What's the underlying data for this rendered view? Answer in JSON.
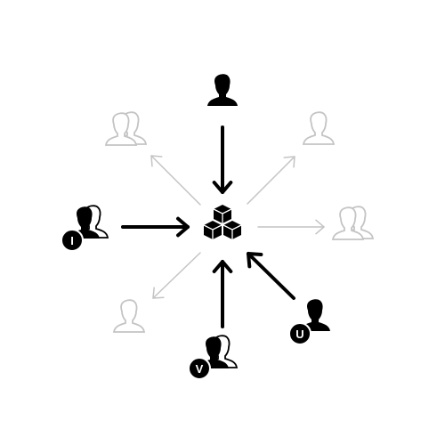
{
  "colors": {
    "active": "#000000",
    "inactive": "#c4c4c4",
    "background": "#ffffff",
    "badge_text": "#ffffff"
  },
  "center": {
    "name": "cubes-icon",
    "meaning": "product boxes"
  },
  "nodes": [
    {
      "id": "top",
      "icon": "person-icon",
      "state": "active",
      "arrow": "inbound",
      "badge": ""
    },
    {
      "id": "left",
      "icon": "person-group-icon",
      "state": "active",
      "arrow": "inbound",
      "badge": "I"
    },
    {
      "id": "bottom",
      "icon": "person-group-icon",
      "state": "active",
      "arrow": "inbound",
      "badge": "V"
    },
    {
      "id": "bottom-right",
      "icon": "person-icon",
      "state": "active",
      "arrow": "inbound",
      "badge": "U"
    },
    {
      "id": "top-left",
      "icon": "person-group-icon",
      "state": "inactive",
      "arrow": "outbound",
      "badge": ""
    },
    {
      "id": "top-right",
      "icon": "person-icon",
      "state": "inactive",
      "arrow": "outbound",
      "badge": ""
    },
    {
      "id": "right",
      "icon": "person-group-icon",
      "state": "inactive",
      "arrow": "outbound",
      "badge": ""
    },
    {
      "id": "bottom-left",
      "icon": "person-icon",
      "state": "inactive",
      "arrow": "outbound",
      "badge": ""
    }
  ]
}
